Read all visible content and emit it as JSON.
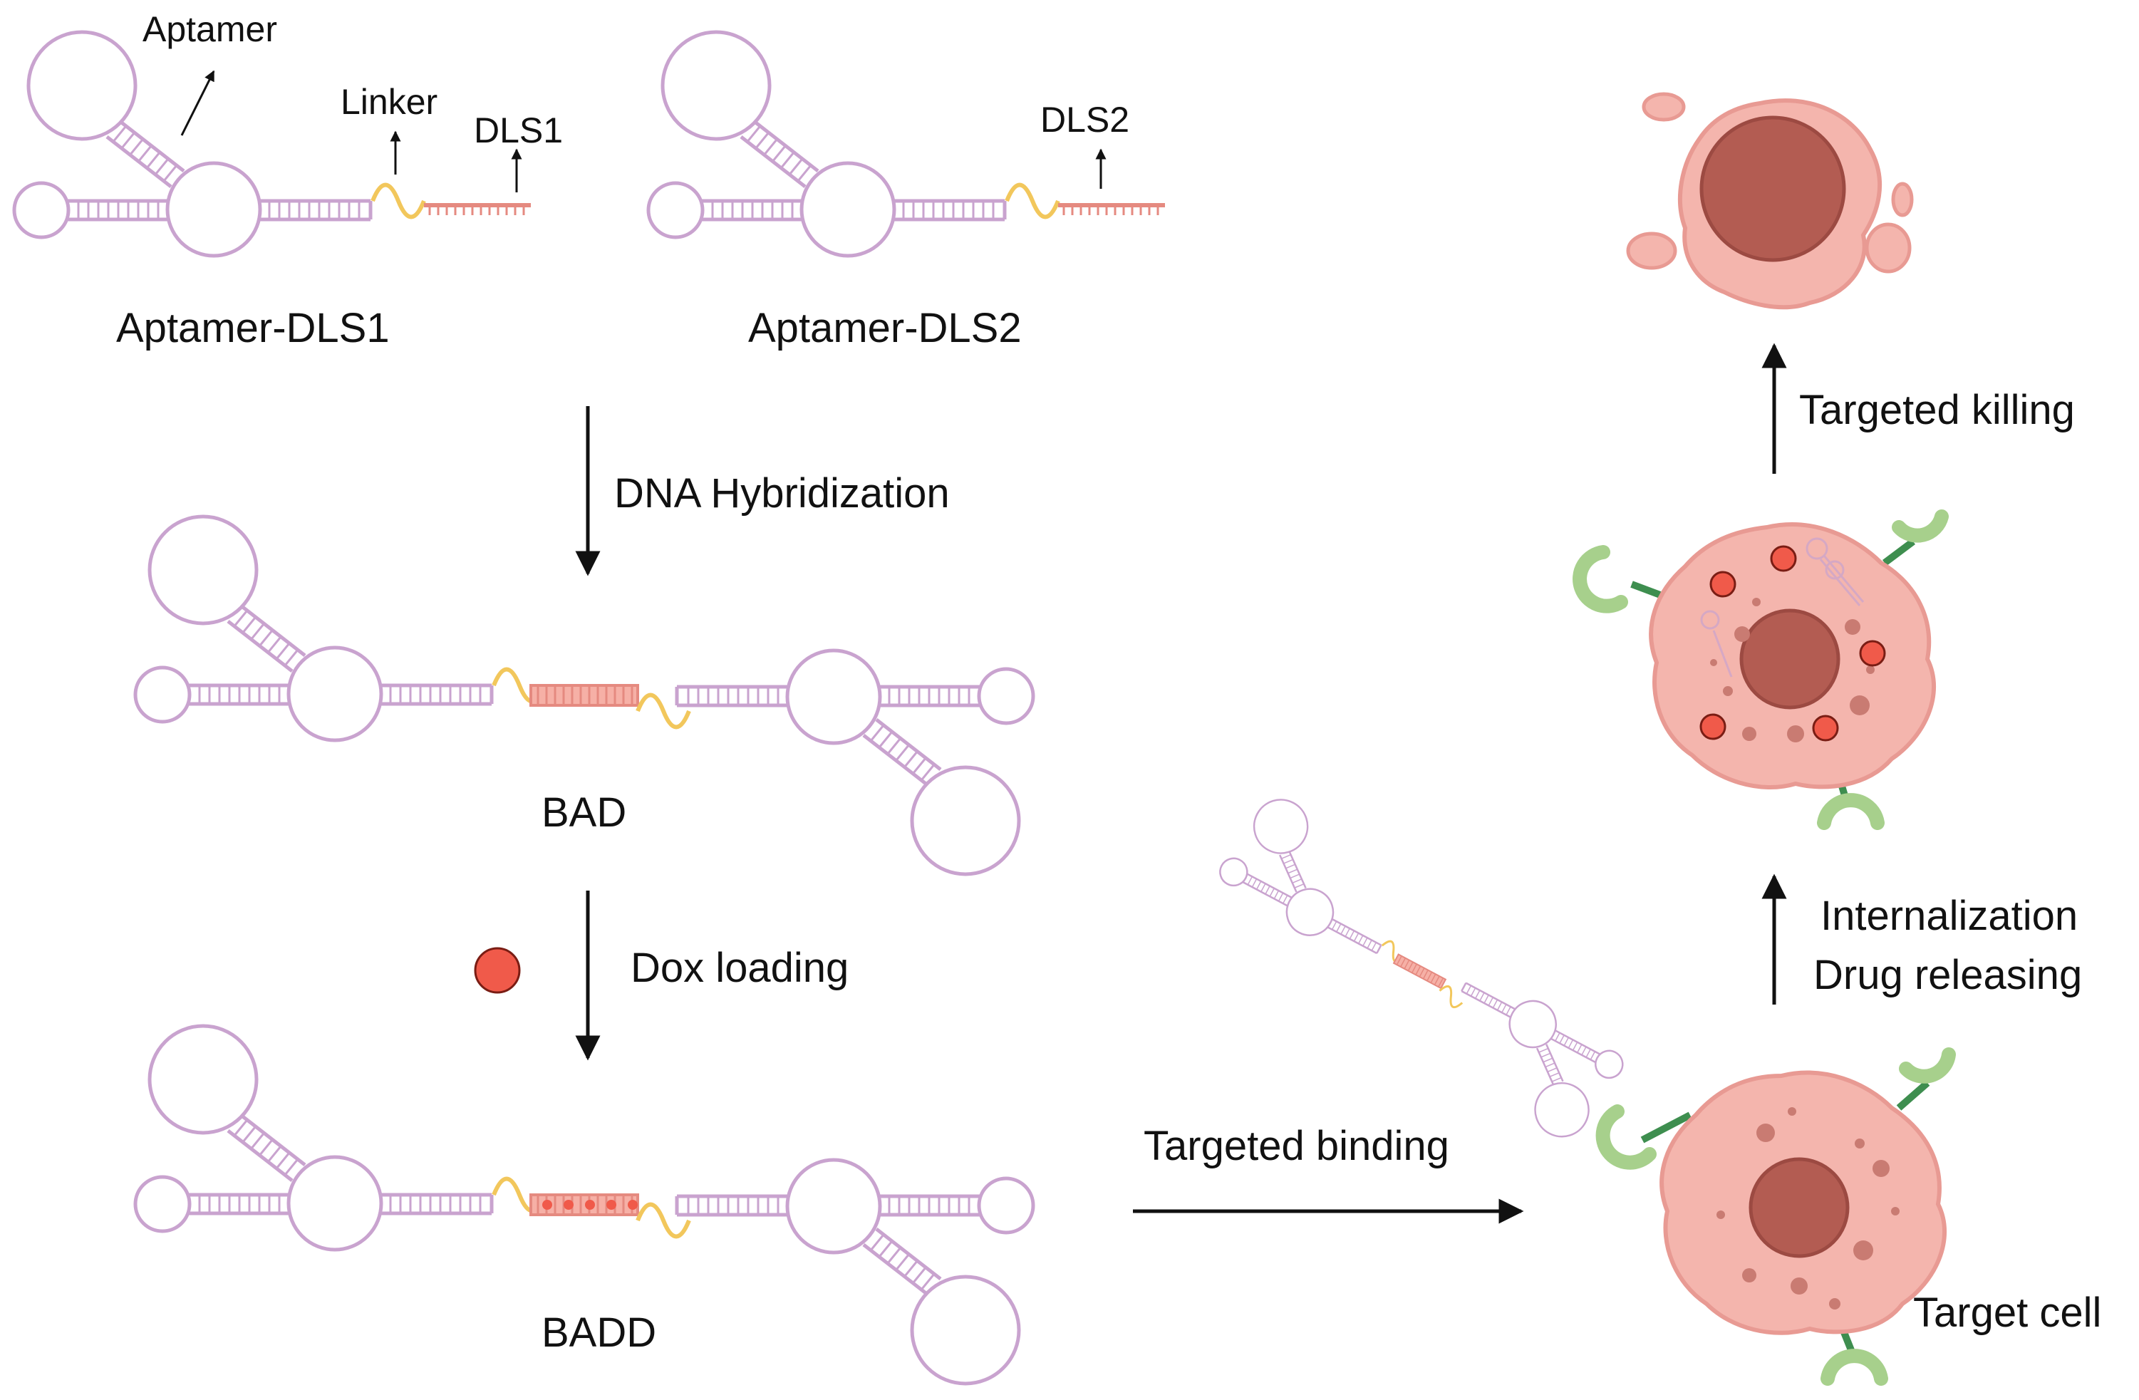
{
  "labels": {
    "aptamer": "Aptamer",
    "linker": "Linker",
    "dls1": "DLS1",
    "dls2": "DLS2",
    "aptamer_dls1": "Aptamer-DLS1",
    "aptamer_dls2": "Aptamer-DLS2",
    "dna_hybridization": "DNA Hybridization",
    "bad": "BAD",
    "dox_loading": "Dox loading",
    "badd": "BADD",
    "targeted_binding": "Targeted binding",
    "internalization": "Internalization",
    "drug_releasing": "Drug releasing",
    "targeted_killing": "Targeted killing",
    "target_cell": "Target cell"
  },
  "colors": {
    "aptamer_stroke": "#c9a3cf",
    "aptamer_fill": "#ffffff",
    "linker": "#f2c75c",
    "dls": "#e58a80",
    "dls_fill": "#f6b0a6",
    "dox": "#f05a4a",
    "cell_body": "#f4b5ad",
    "cell_edge": "#e89a93",
    "nucleus": "#b35c52",
    "nucleus_dark": "#9c4a42",
    "receptor_green": "#a7d08c",
    "receptor_stem": "#3e8e4f",
    "arrow": "#111111"
  }
}
